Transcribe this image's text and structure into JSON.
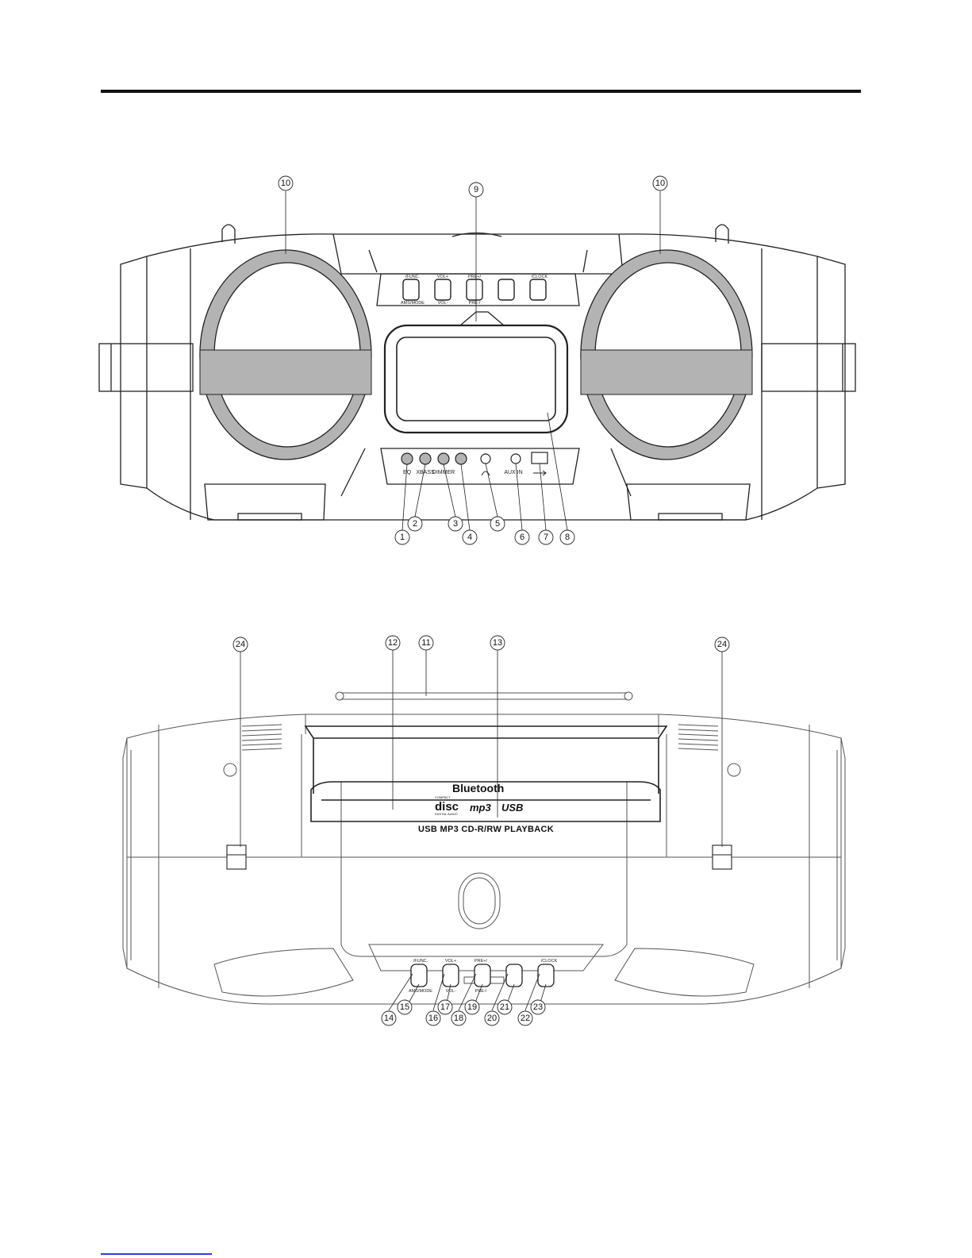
{
  "front_view": {
    "callouts": [
      {
        "id": "callout-10-left",
        "label": "10"
      },
      {
        "id": "callout-9",
        "label": "9"
      },
      {
        "id": "callout-10-right",
        "label": "10"
      },
      {
        "id": "callout-1",
        "label": "1"
      },
      {
        "id": "callout-2",
        "label": "2"
      },
      {
        "id": "callout-3",
        "label": "3"
      },
      {
        "id": "callout-4",
        "label": "4"
      },
      {
        "id": "callout-5",
        "label": "5"
      },
      {
        "id": "callout-6",
        "label": "6"
      },
      {
        "id": "callout-7",
        "label": "7"
      },
      {
        "id": "callout-8",
        "label": "8"
      }
    ],
    "panel_labels": {
      "eq": "EQ",
      "xbass": "XBASS",
      "dimmer": "DIMMER",
      "aux_in": "AUX IN"
    },
    "top_button_labels": {
      "func": "/FUNC.",
      "ams_mode": "AMS/MODE",
      "vol_plus": "VOL+",
      "vol_minus": "VOL-",
      "pre_plus": "PRE+/",
      "pre_minus": "PRE-/",
      "clock": "/CLOCK"
    }
  },
  "top_view": {
    "callouts": [
      {
        "id": "callout-24-left",
        "label": "24"
      },
      {
        "id": "callout-12",
        "label": "12"
      },
      {
        "id": "callout-11",
        "label": "11"
      },
      {
        "id": "callout-13",
        "label": "13"
      },
      {
        "id": "callout-24-right",
        "label": "24"
      },
      {
        "id": "callout-14",
        "label": "14"
      },
      {
        "id": "callout-15",
        "label": "15"
      },
      {
        "id": "callout-16",
        "label": "16"
      },
      {
        "id": "callout-17",
        "label": "17"
      },
      {
        "id": "callout-18",
        "label": "18"
      },
      {
        "id": "callout-19",
        "label": "19"
      },
      {
        "id": "callout-20",
        "label": "20"
      },
      {
        "id": "callout-21",
        "label": "21"
      },
      {
        "id": "callout-22",
        "label": "22"
      },
      {
        "id": "callout-23",
        "label": "23"
      }
    ],
    "bluetooth_logo": "Bluetooth",
    "disc_logo": "disc",
    "disc_logo_top": "COMPACT",
    "disc_logo_bottom": "DIGITAL AUDIO",
    "mp3_logo": "mp3",
    "usb_logo": "USB",
    "playback_text": "USB MP3 CD-R/RW PLAYBACK",
    "button_labels": {
      "func": "/FUNC.",
      "ams_mode": "AMS/MODE",
      "vol_plus": "VOL+",
      "vol_minus": "VOL-",
      "pre_plus": "PRE+/",
      "pre_minus": "PRE-/",
      "clock": "/CLOCK"
    }
  },
  "colors": {
    "speaker_grey": "#b3b3b3",
    "outline": "#222222",
    "light_outline": "#555555"
  }
}
